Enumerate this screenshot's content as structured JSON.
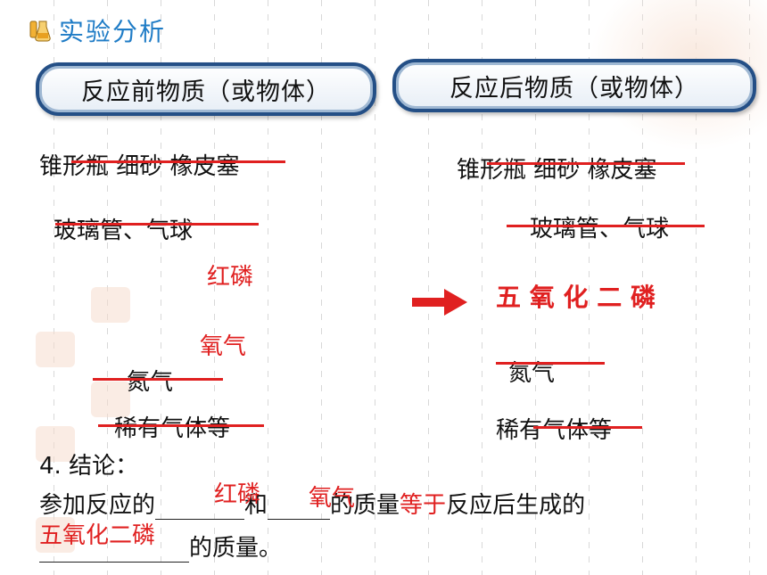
{
  "section_title": "实验分析",
  "before_label": "反应前物质（或物体）",
  "after_label": "反应后物质（或物体）",
  "before": {
    "line1": "锥形瓶  细砂  橡皮塞",
    "line2": "玻璃管、气球",
    "red_phosphorus": "红磷",
    "oxygen": "氧气",
    "nitrogen": "氮气",
    "rare_gases": "稀有气体等"
  },
  "after": {
    "line1": "锥形瓶  细砂  橡皮塞",
    "line2": "玻璃管、气球",
    "product": "五 氧 化 二 磷",
    "nitrogen": "氮气",
    "rare_gases": "稀有气体等"
  },
  "conclusion": {
    "heading": "4. 结论：",
    "s1": "参加反应的",
    "s2": "和",
    "s3": "的质量",
    "s4": "等于",
    "s5": "反应后生成的",
    "s6": "的质量。",
    "fill1": "红磷",
    "fill2": "氧气",
    "fill3": "五氧化二磷"
  },
  "colors": {
    "accent_blue": "#1f7cc6",
    "pill_border": "#244f86",
    "red": "#e02020"
  },
  "icons": [
    "beaker-icon",
    "right-arrow-icon"
  ]
}
